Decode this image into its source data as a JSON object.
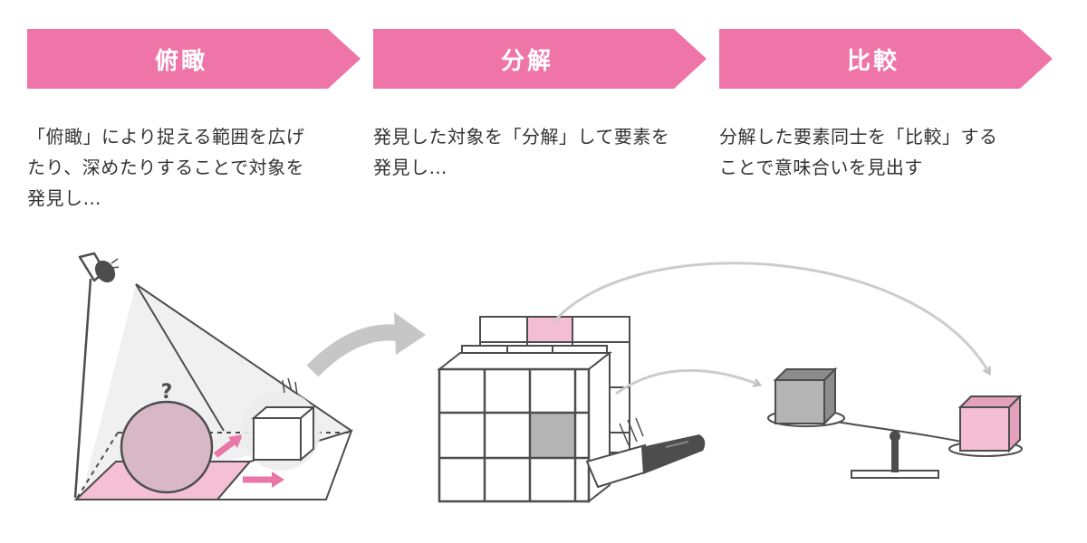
{
  "colors": {
    "accent": "#ef75a8",
    "light_pink": "#f3bed3",
    "gray": "#b4b4b4",
    "dark_gray": "#555555",
    "line": "#4d4d4d"
  },
  "steps": [
    {
      "title": "俯瞰",
      "lines": [
        "「俯瞰」により捉える範囲を広げ",
        "たり、深めたりすることで対象を",
        "発見し…"
      ]
    },
    {
      "title": "分解",
      "lines": [
        "発見した対象を「分解」して要素を",
        "発見し…"
      ]
    },
    {
      "title": "比較",
      "lines": [
        "分解した要素同士を「比較」する",
        "ことで意味合いを見出す"
      ]
    }
  ],
  "illustration": {
    "question_mark": "?",
    "icons": [
      "lamp-icon",
      "sphere-icon",
      "cube-icon",
      "arrow-icon",
      "grid-cube-icon",
      "knife-icon",
      "balance-scale-icon"
    ]
  }
}
